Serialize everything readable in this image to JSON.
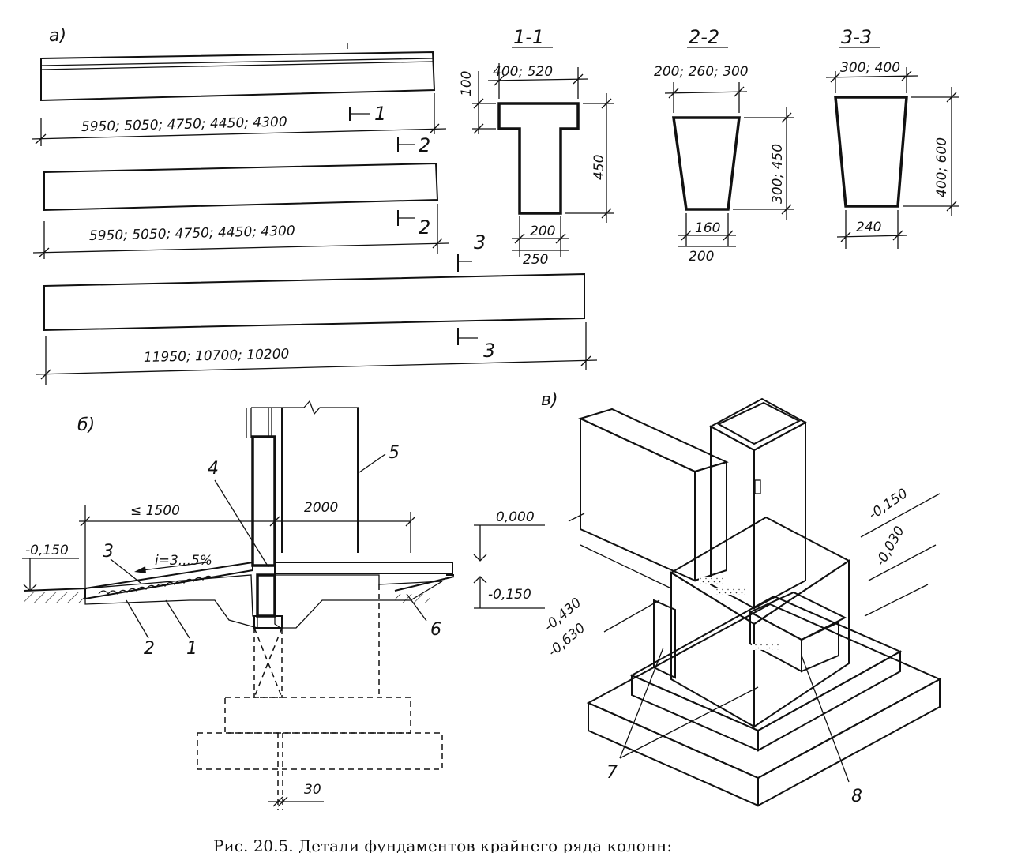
{
  "labels": {
    "part_a": "а)",
    "part_b": "б)",
    "part_v": "в)"
  },
  "beams": {
    "beam1_length": "5950; 5050; 4750; 4450; 4300",
    "beam2_length": "5950; 5050; 4750; 4450; 4300",
    "beam3_length": "11950; 10700; 10200",
    "cut1": "1",
    "cut2": "2",
    "cut3": "3"
  },
  "sections": {
    "s1": {
      "title": "1-1",
      "top_width": "400; 520",
      "flange": "100",
      "height": "450",
      "bottom1": "200",
      "bottom2": "250"
    },
    "s2": {
      "title": "2-2",
      "top_width": "200; 260; 300",
      "height": "300; 450",
      "bottom1": "160",
      "bottom2": "200"
    },
    "s3": {
      "title": "3-3",
      "top_width": "300; 400",
      "height": "400; 600",
      "bottom1": "240"
    }
  },
  "detail_b": {
    "dim_1500": "≤ 1500",
    "dim_2000": "2000",
    "slope": "i=3...5%",
    "level_left": "-0,150",
    "level_zero": "0,000",
    "level_right": "-0,150",
    "dim_30": "30",
    "n1": "1",
    "n2": "2",
    "n3": "3",
    "n4": "4",
    "n5": "5",
    "n6": "6"
  },
  "detail_v": {
    "level_150": "-0,150",
    "level_030": "-0,030",
    "level_430": "-0,430",
    "level_630": "-0,630",
    "n7": "7",
    "n8": "8"
  },
  "caption": "Рис. 20.5. Детали фундаментов крайнего  ряда колонн:"
}
